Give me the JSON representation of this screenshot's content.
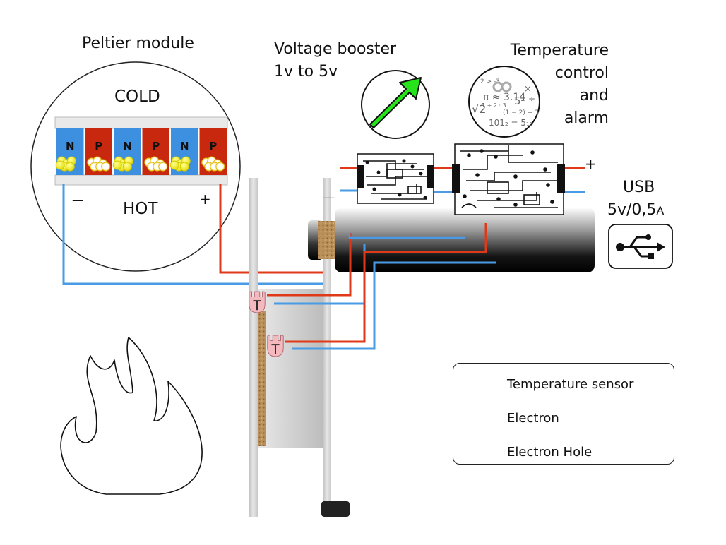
{
  "labels": {
    "peltier_title": "Peltier module",
    "cold": "COLD",
    "hot": "HOT",
    "minus_left": "—",
    "plus_left": "+",
    "booster_line1": "Voltage booster",
    "booster_line2": "1v to 5v",
    "temp_line1": "Temperature",
    "temp_line2": "control",
    "temp_line3": "and",
    "temp_line4": "alarm",
    "plus_right": "+",
    "minus_mid": "—",
    "usb_line1": "USB",
    "usb_line2_main": "5v/0,5",
    "usb_line2_small": "A"
  },
  "peltier_cells": [
    {
      "type": "N",
      "color": "#3d8fe0"
    },
    {
      "type": "P",
      "color": "#c8280e"
    },
    {
      "type": "N",
      "color": "#3d8fe0"
    },
    {
      "type": "P",
      "color": "#c8280e"
    },
    {
      "type": "N",
      "color": "#3d8fe0"
    },
    {
      "type": "P",
      "color": "#c8280e"
    }
  ],
  "sensor_symbol": "T",
  "math_notes": [
    "2 > -3",
    "π ≈ 3.14",
    "√2",
    "1 + 2 · 3",
    "(1 − 2) + 3",
    "101₂ = 5₁₀",
    "×",
    "÷",
    "5²"
  ],
  "legend": {
    "items": [
      {
        "label": "Temperature sensor",
        "icon": "temperature-sensor-icon"
      },
      {
        "label": "Electron",
        "icon": "electron-icon"
      },
      {
        "label": "Electron Hole",
        "icon": "electron-hole-icon"
      }
    ]
  },
  "colors": {
    "wire_red": "#e0391a",
    "wire_blue": "#4a9be6",
    "n_type": "#3d8fe0",
    "p_type": "#c8280e",
    "electron": "#f2ef1a",
    "arrow_green": "#27e31c"
  }
}
